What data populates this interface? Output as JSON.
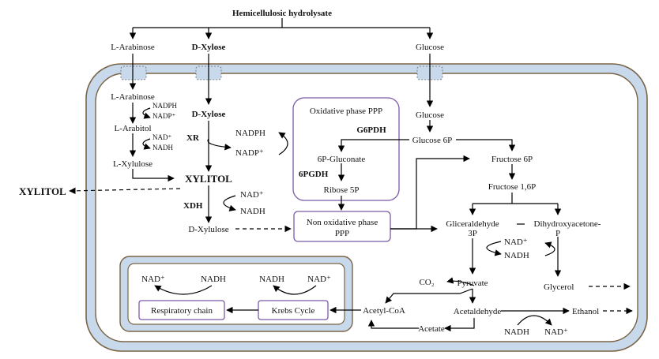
{
  "labels": {
    "hemicellulosic": "Hemicellulosic hydrolysate",
    "l_arabinose_out": "L-Arabinose",
    "d_xylose_out": "D-Xylose",
    "glucose_out": "Glucose",
    "l_arabinose_in": "L-Arabinose",
    "nadph_1": "NADPH",
    "nadp_1": "NADP⁺",
    "l_arabitol": "L-Arabitol",
    "nad_1": "NAD⁺",
    "nadh_1": "NADH",
    "l_xylulose": "L-Xylulose",
    "d_xylose_in": "D-Xylose",
    "xr": "XR",
    "nadph_2": "NADPH",
    "nadp_2": "NADP⁺",
    "xylitol_in": "XYLITOL",
    "xylitol_out": "XYLITOL",
    "xdh": "XDH",
    "nad_2": "NAD⁺",
    "nadh_2": "NADH",
    "d_xylulose": "D-Xylulose",
    "oxidative_ppp": "Oxidative phase PPP",
    "g6pdh": "G6PDH",
    "gluconate": "6P-Gluconate",
    "pgdh": "6PGDH",
    "ribose5p": "Ribose 5P",
    "glucose_in": "Glucose",
    "glucose6p": "Glucose 6P",
    "fructose6p": "Fructose 6P",
    "fructose16p": "Fructose 1,6P",
    "non_ox_1": "Non oxidative phase",
    "non_ox_2": "PPP",
    "glyceraldehyde_1": "Gliceraldehyde",
    "glyceraldehyde_2": "3P",
    "dihydroxy_1": "Dihydroxyacetone-",
    "dihydroxy_2": "P",
    "nad_3": "NAD⁺",
    "nadh_3": "NADH",
    "co2": "CO₂",
    "pyruvate": "Pyruvate",
    "glycerol": "Glycerol",
    "acetylcoa": "Acetyl-CoA",
    "acetaldehyde": "Acetaldehyde",
    "ethanol": "Ethanol",
    "acetate": "Acetate",
    "nadh_4": "NADH",
    "nad_4": "NAD⁺",
    "mito_nad_1": "NAD⁺",
    "mito_nadh_1": "NADH",
    "mito_nadh_2": "NADH",
    "mito_nad_2": "NAD⁺",
    "respiratory": "Respiratory chain",
    "krebs": "Krebs Cycle"
  },
  "colors": {
    "membrane_fill": "#c8d9ec",
    "membrane_stroke": "#7a6447",
    "transporter": "#c8d9ec",
    "box_border": "#7b5aa6",
    "arrow": "#000000"
  }
}
